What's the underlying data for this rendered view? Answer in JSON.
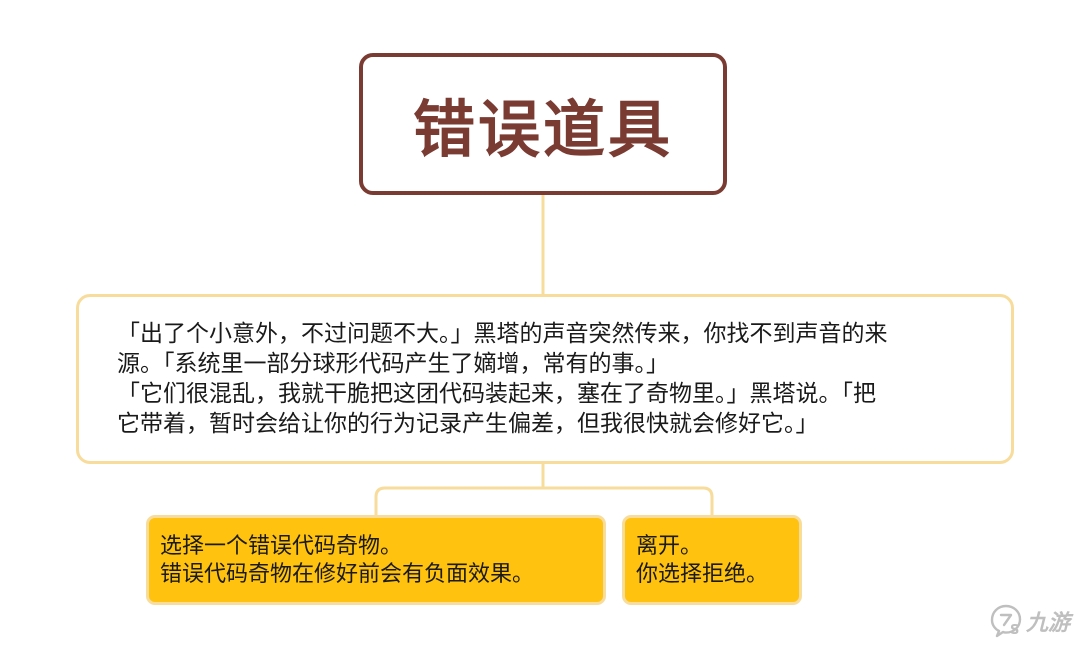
{
  "title": "错误道具",
  "story": {
    "lines": [
      "「出了个小意外，不过问题不大。」黑塔的声音突然传来，你找不到声音的来",
      "源。「系统里一部分球形代码产生了嫡增，常有的事。」",
      "「它们很混乱，我就干脆把这团代码装起来，塞在了奇物里。」黑塔说。「把",
      "它带着，暂时会给让你的行为记录产生偏差，但我很快就会修好它。」"
    ]
  },
  "choices": [
    {
      "line1": "选择一个错误代码奇物。",
      "line2": "错误代码奇物在修好前会有负面效果。"
    },
    {
      "line1": "离开。",
      "line2": "你选择拒绝。"
    }
  ],
  "watermark": {
    "text": "九游",
    "icon": "jiuyou-logo-icon"
  },
  "colors": {
    "title_border": "#7a3b32",
    "title_text": "#7a3b32",
    "connector": "#f7dc9c",
    "story_border": "#f7dc9c",
    "choice_fill": "#ffc20e",
    "watermark": "#bfbfbf"
  }
}
